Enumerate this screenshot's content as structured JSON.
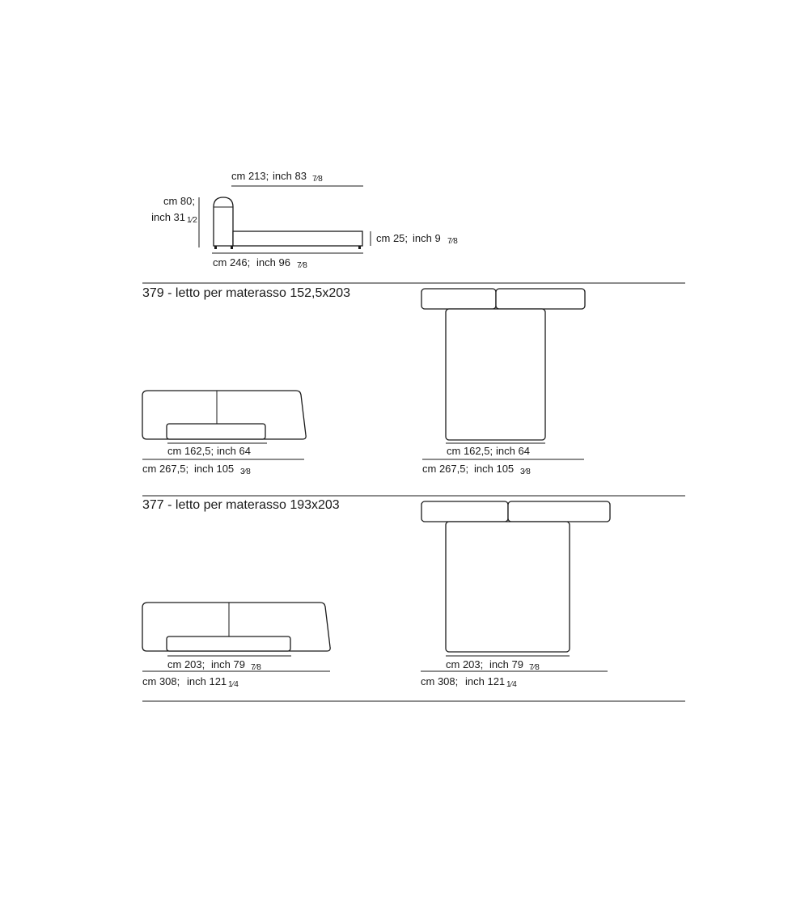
{
  "side_view": {
    "top_dim": {
      "cm": "cm 213;",
      "inch": "inch 83",
      "frac": "7⁄8"
    },
    "height_dim": {
      "cm": "cm 80;",
      "inch": "inch 31",
      "frac": "1⁄2"
    },
    "base_height_dim": {
      "cm": "cm 25;",
      "inch": "inch 9",
      "frac": "7⁄8"
    },
    "length_dim": {
      "cm": "cm 246;",
      "inch": "inch 96",
      "frac": "7⁄8"
    }
  },
  "models": [
    {
      "title": "379 - letto per materasso 152,5x203",
      "front": {
        "mattress_dim": {
          "cm": "cm 162,5;",
          "inch": "inch 64",
          "frac": ""
        },
        "overall_dim": {
          "cm": "cm 267,5;",
          "inch": "inch 105",
          "frac": "3⁄8"
        }
      },
      "plan": {
        "mattress_dim": {
          "cm": "cm 162,5;",
          "inch": "inch 64",
          "frac": ""
        },
        "overall_dim": {
          "cm": "cm 267,5;",
          "inch": "inch 105",
          "frac": "3⁄8"
        }
      }
    },
    {
      "title": "377 - letto per materasso 193x203",
      "front": {
        "mattress_dim": {
          "cm": "cm 203;",
          "inch": "inch 79",
          "frac": "7⁄8"
        },
        "overall_dim": {
          "cm": "cm 308;",
          "inch": "inch 121",
          "frac": "1⁄4"
        }
      },
      "plan": {
        "mattress_dim": {
          "cm": "cm 203;",
          "inch": "inch 79",
          "frac": "7⁄8"
        },
        "overall_dim": {
          "cm": "cm 308;",
          "inch": "inch 121",
          "frac": "1⁄4"
        }
      }
    }
  ]
}
